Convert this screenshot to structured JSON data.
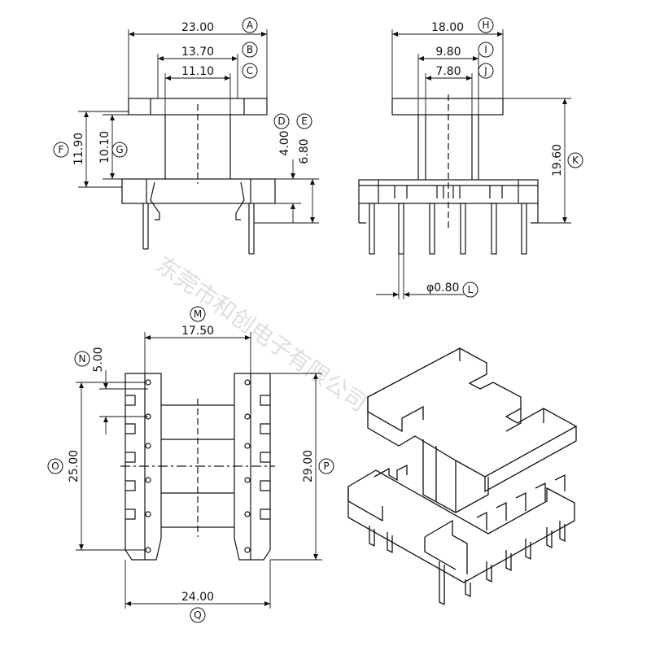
{
  "colors": {
    "line": "#111111",
    "watermark": "#b8b8b8",
    "background": "#ffffff"
  },
  "watermark": "东莞市和创电子有限公司",
  "dimensions": {
    "A": "23.00",
    "B": "13.70",
    "C": "11.10",
    "D": "4.00",
    "E": "6.80",
    "F": "11.90",
    "G": "10.10",
    "H": "18.00",
    "I": "9.80",
    "J": "7.80",
    "K": "19.60",
    "L": "φ0.80",
    "M": "17.50",
    "N": "5.00",
    "O": "25.00",
    "P": "29.00",
    "Q": "24.00"
  },
  "letters": [
    "A",
    "B",
    "C",
    "D",
    "E",
    "F",
    "G",
    "H",
    "I",
    "J",
    "K",
    "L",
    "M",
    "N",
    "O",
    "P",
    "Q"
  ]
}
